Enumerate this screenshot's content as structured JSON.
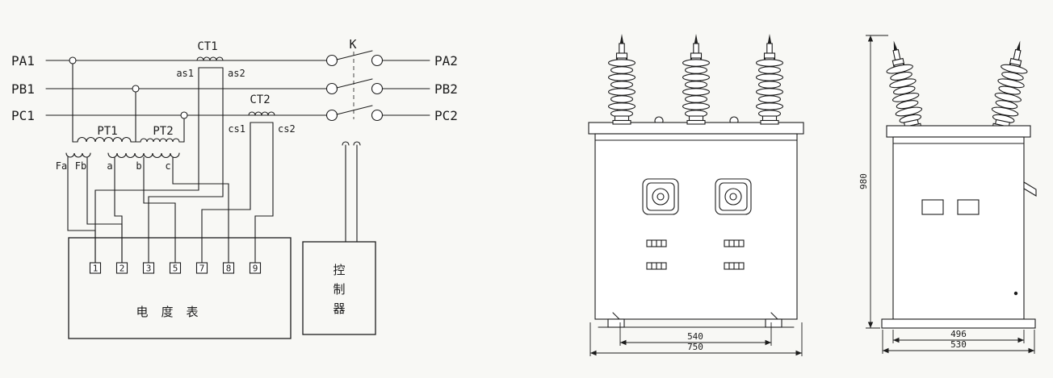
{
  "colors": {
    "ink": "#1c1c1c",
    "paper": "#f8f8f5"
  },
  "circuit": {
    "phase_in": [
      "PA1",
      "PB1",
      "PC1"
    ],
    "phase_out": [
      "PA2",
      "PB2",
      "PC2"
    ],
    "ct1_label": "CT1",
    "ct2_label": "CT2",
    "switch_label": "K",
    "ct1_taps": [
      "as1",
      "as2"
    ],
    "ct2_taps": [
      "cs1",
      "cs2"
    ],
    "pt_labels": [
      "PT1",
      "PT2"
    ],
    "pt_taps": [
      "Fa",
      "Fb",
      "a",
      "b",
      "c"
    ],
    "meter_terminals": [
      "1",
      "2",
      "3",
      "5",
      "7",
      "8",
      "9"
    ],
    "meter_label": "电度表",
    "controller_label": "控制器"
  },
  "drawings": {
    "front": {
      "dim_inner": "540",
      "dim_outer": "750"
    },
    "side": {
      "dim_height": "980",
      "dim_inner": "496",
      "dim_outer": "530"
    }
  }
}
